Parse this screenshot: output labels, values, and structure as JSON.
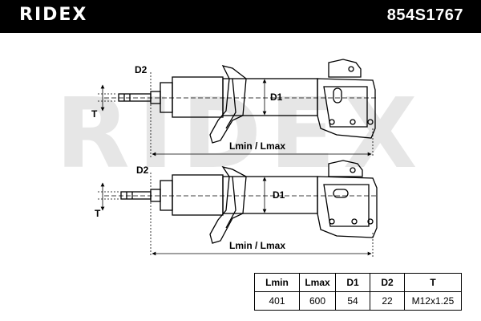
{
  "header": {
    "brand": "RIDEX",
    "part_number": "854S1767"
  },
  "watermark": "RIDEX",
  "dimension_labels": {
    "d2": "D2",
    "d1": "D1",
    "t": "T",
    "length": "Lmin / Lmax"
  },
  "spec_table": {
    "headers": [
      "Lmin",
      "Lmax",
      "D1",
      "D2",
      "T"
    ],
    "values": [
      "401",
      "600",
      "54",
      "22",
      "M12x1.25"
    ]
  },
  "colors": {
    "header_bg": "#000000",
    "header_text": "#ffffff",
    "watermark": "#e6e6e6"
  }
}
